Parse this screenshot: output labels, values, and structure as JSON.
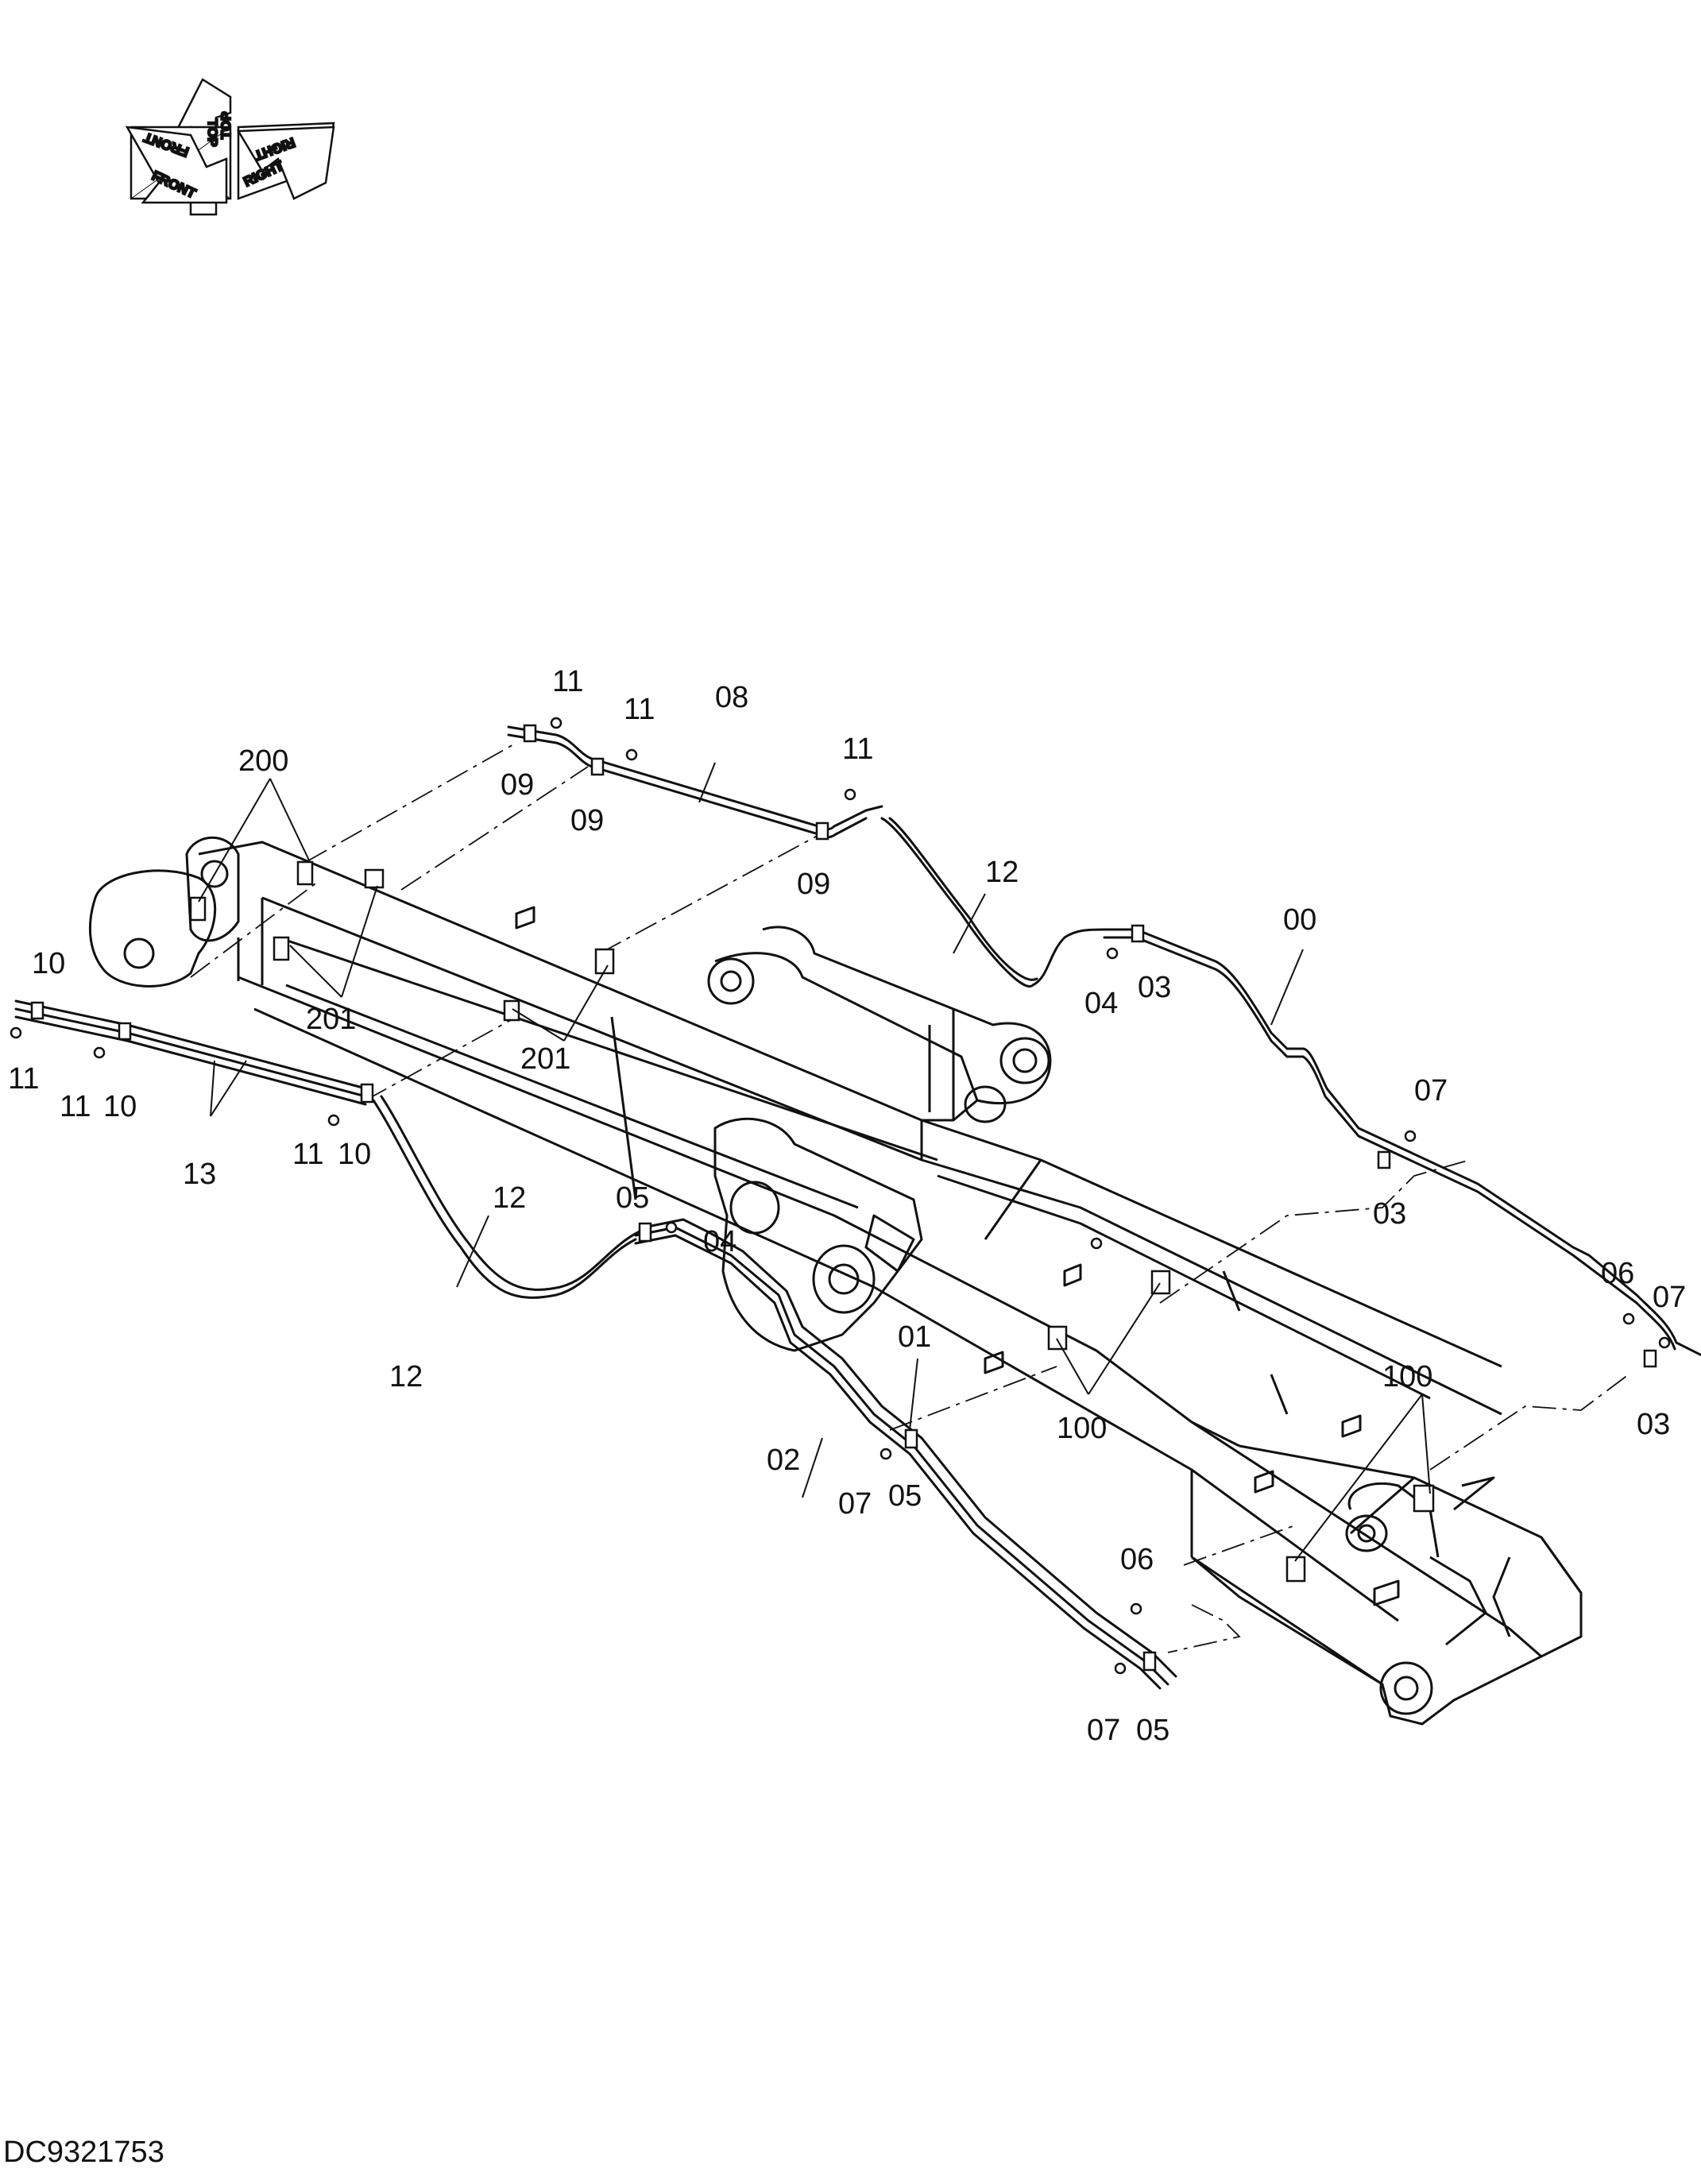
{
  "orientation": {
    "labels": [
      "FRONT",
      "FRONT",
      "TOP",
      "TOP",
      "RIGHT",
      "RIGHT"
    ]
  },
  "callouts": {
    "p00": "00",
    "p01": "01",
    "p02": "02",
    "p03a": "03",
    "p03b": "03",
    "p03c": "03",
    "p04a": "04",
    "p04b": "04",
    "p05a": "05",
    "p05b": "05",
    "p05c": "05",
    "p06a": "06",
    "p06b": "06",
    "p07a": "07",
    "p07b": "07",
    "p07c": "07",
    "p07d": "07",
    "p08": "08",
    "p09a": "09",
    "p09b": "09",
    "p09c": "09",
    "p10a": "10",
    "p10b": "10",
    "p10c": "10",
    "p11a": "11",
    "p11b": "11",
    "p11c": "11",
    "p11d": "11",
    "p11e": "11",
    "p11f": "11",
    "p12a": "12",
    "p12b": "12",
    "p12c": "12",
    "p13": "13",
    "p100a": "100",
    "p100b": "100",
    "p200": "200",
    "p201a": "201",
    "p201b": "201"
  },
  "drawing_code": "DC9321753",
  "colors": {
    "line": "#111111",
    "background": "#ffffff"
  }
}
